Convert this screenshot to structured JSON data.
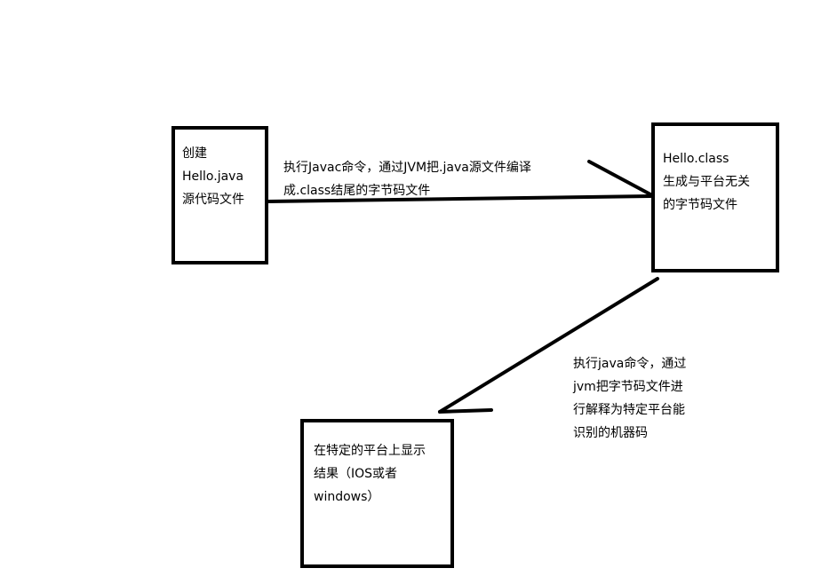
{
  "boxes": {
    "source": {
      "lines": [
        "创建",
        "Hello.java",
        "源代码文件"
      ]
    },
    "classfile": {
      "lines": [
        "Hello.class",
        "生成与平台无关",
        "的字节码文件"
      ]
    },
    "result": {
      "lines": [
        "在特定的平台上显示",
        "结果（IOS或者",
        "windows）"
      ]
    }
  },
  "edges": {
    "compile": {
      "lines": [
        "执行Javac命令，通过JVM把.java源文件编译",
        "成.class结尾的字节码文件"
      ]
    },
    "interpret": {
      "lines": [
        "执行java命令，通过",
        "jvm把字节码文件进",
        "行解释为特定平台能",
        "识别的机器码"
      ]
    }
  }
}
